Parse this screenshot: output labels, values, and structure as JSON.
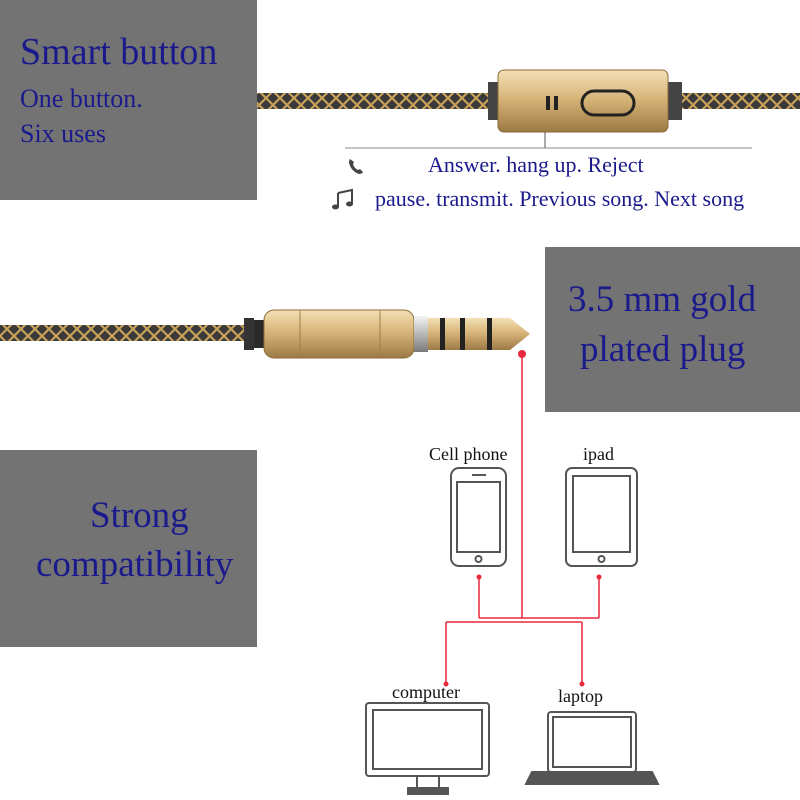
{
  "smart_button": {
    "title": "Smart button",
    "line1": "One button.",
    "line2": "Six uses"
  },
  "functions": {
    "call_text": "Answer. hang up. Reject",
    "music_text": "pause. transmit. Previous song. Next song",
    "call_icon": "phone-icon",
    "music_icon": "music-note-icon"
  },
  "plug": {
    "line1": "3.5 mm gold",
    "line2": "plated plug"
  },
  "compatibility": {
    "line1": "Strong",
    "line2": "compatibility"
  },
  "devices": {
    "cell_phone": "Cell phone",
    "ipad": "ipad",
    "computer": "computer",
    "laptop": "laptop"
  },
  "colors": {
    "panel": "#737373",
    "text_blue": "#1a1a8c",
    "connector_red": "#e8283c",
    "gold": "#c9a25a"
  }
}
